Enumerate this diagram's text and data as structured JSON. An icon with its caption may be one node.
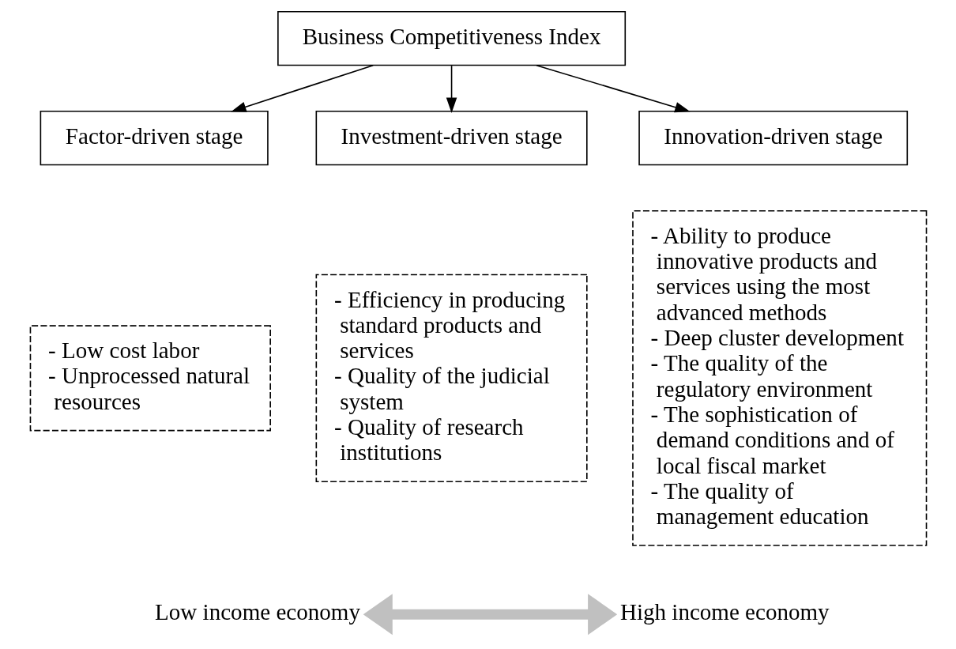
{
  "diagram": {
    "nodes": [
      {
        "text": [
          "Business Competitiveness Index"
        ]
      },
      {
        "text": [
          "Factor-driven stage"
        ]
      },
      {
        "text": [
          "Investment-driven stage"
        ]
      },
      {
        "text": [
          "Innovation-driven stage"
        ]
      },
      {
        "text": [
          "- Low cost labor",
          "- Unprocessed natural resources"
        ]
      },
      {
        "text": [
          "- Efficiency in producing standard products and services",
          "- Quality of the judicial system",
          "- Quality of research institutions"
        ]
      },
      {
        "text": [
          "- Ability to produce innovative products and services using the most advanced methods",
          "- Deep cluster development",
          "- The quality of the regulatory environment",
          "- The sophistication of demand conditions and of local fiscal market",
          "- The quality of management education"
        ]
      },
      {
        "text": [
          "Low income economy"
        ]
      },
      {
        "text": [
          "High income economy"
        ]
      }
    ],
    "edges": [
      {
        "from": 0,
        "to": 1,
        "arrow": "to"
      },
      {
        "from": 0,
        "to": 2,
        "arrow": "to"
      },
      {
        "from": 0,
        "to": 3,
        "arrow": "to"
      },
      {
        "from": 7,
        "to": 8,
        "arrow": "both",
        "style": "thick",
        "color": "#c0c0c0"
      }
    ]
  }
}
